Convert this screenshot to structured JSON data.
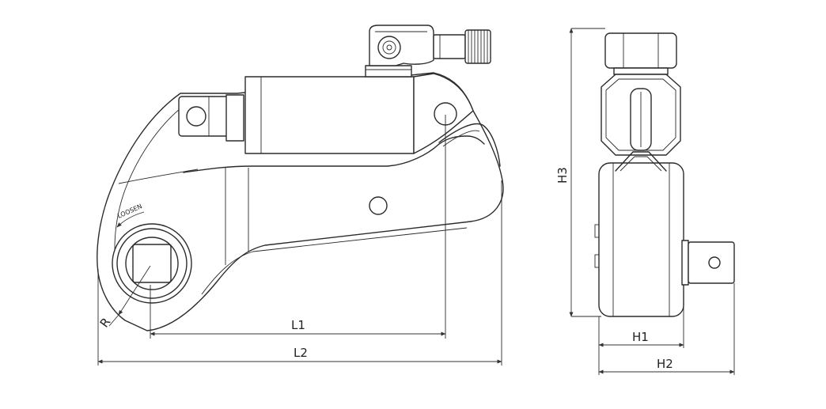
{
  "labels": {
    "loosen": "LOOSEN",
    "r": "R",
    "l1": "L1",
    "l2": "L2",
    "h1": "H1",
    "h2": "H2",
    "h3": "H3"
  }
}
